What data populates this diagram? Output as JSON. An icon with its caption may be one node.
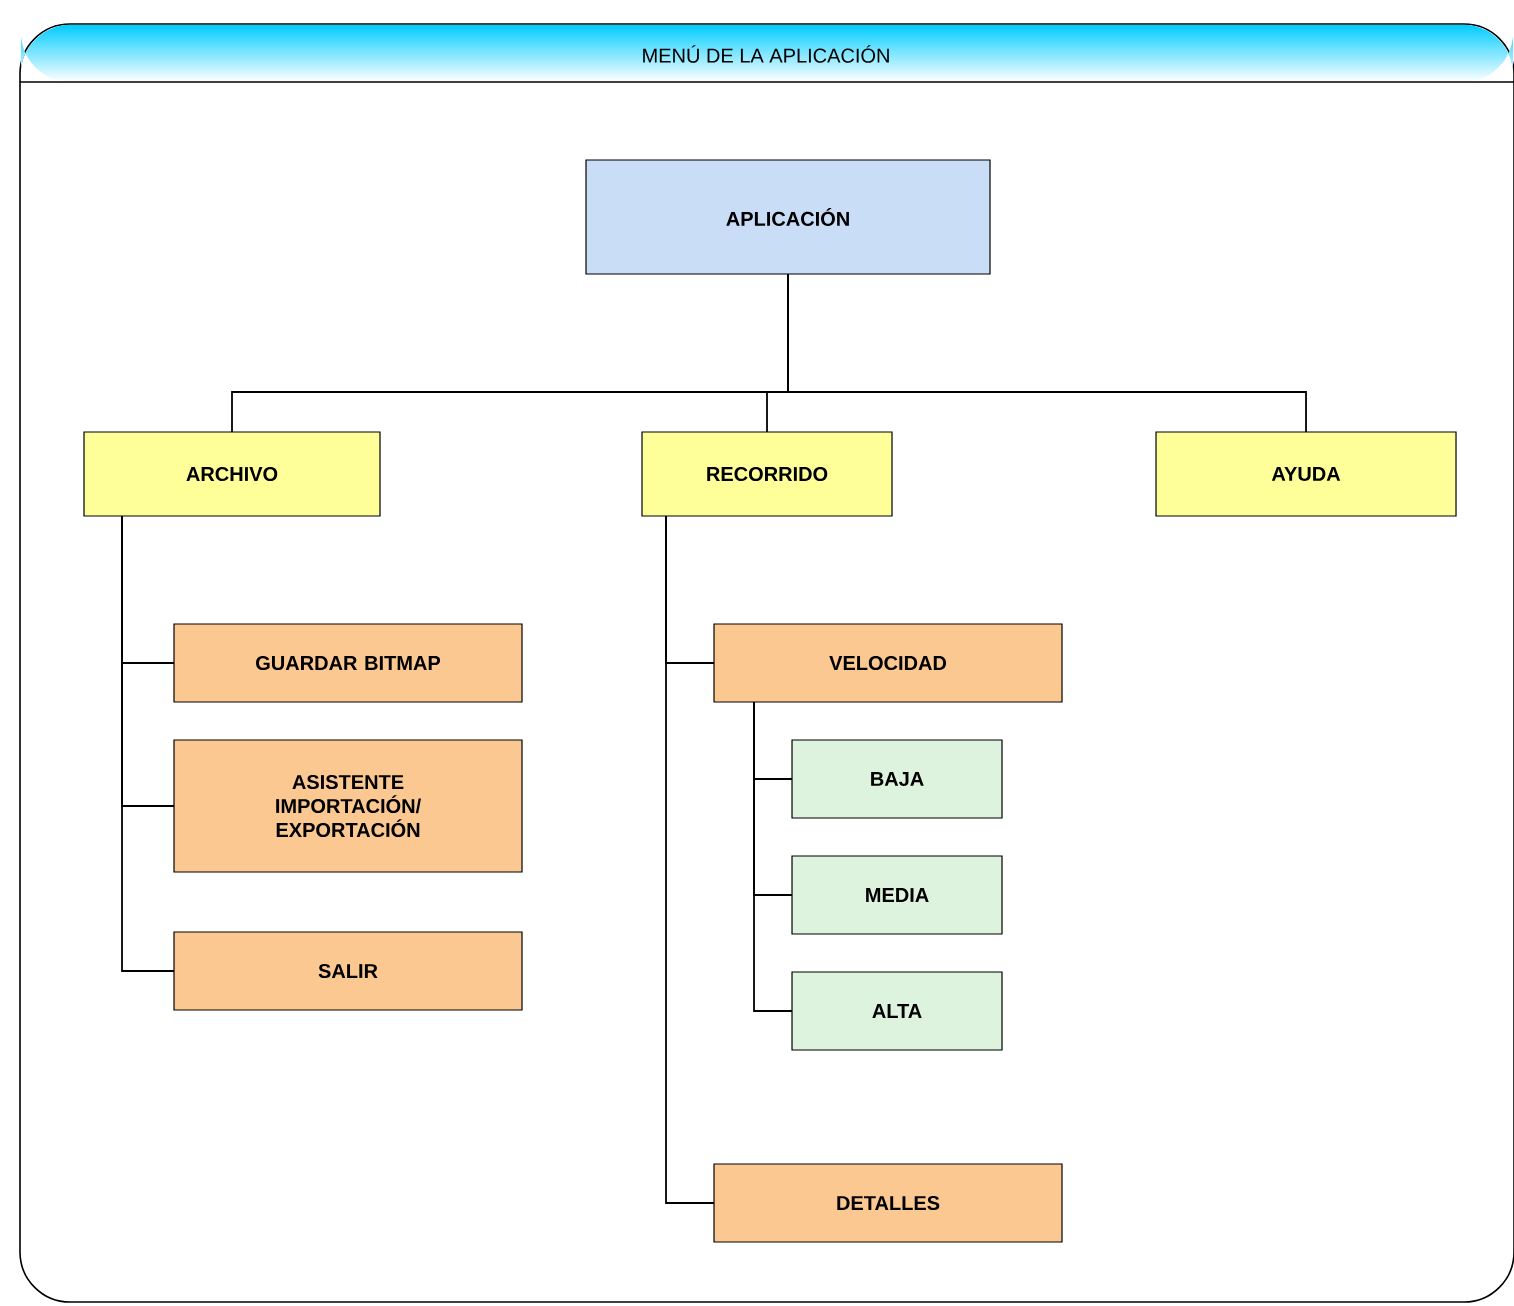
{
  "diagram": {
    "title": "MENÚ DE LA APLICACIÓN",
    "nodes": [
      {
        "text": [
          "APLICACIÓN"
        ]
      },
      {
        "text": [
          "ARCHIVO"
        ]
      },
      {
        "text": [
          "RECORRIDO"
        ]
      },
      {
        "text": [
          "AYUDA"
        ]
      },
      {
        "text": [
          "GUARDAR BITMAP"
        ]
      },
      {
        "text": [
          "ASISTENTE IMPORTACIÓN/ EXPORTACIÓN"
        ]
      },
      {
        "text": [
          "SALIR"
        ]
      },
      {
        "text": [
          "VELOCIDAD"
        ]
      },
      {
        "text": [
          "BAJA"
        ]
      },
      {
        "text": [
          "MEDIA"
        ]
      },
      {
        "text": [
          "ALTA"
        ]
      },
      {
        "text": [
          "DETALLES"
        ]
      }
    ],
    "edges": [
      {
        "from": 0,
        "to": 1,
        "arrow": "none"
      },
      {
        "from": 0,
        "to": 2,
        "arrow": "none"
      },
      {
        "from": 0,
        "to": 3,
        "arrow": "none"
      },
      {
        "from": 1,
        "to": 4,
        "arrow": "none"
      },
      {
        "from": 1,
        "to": 5,
        "arrow": "none"
      },
      {
        "from": 1,
        "to": 6,
        "arrow": "none"
      },
      {
        "from": 2,
        "to": 7,
        "arrow": "none"
      },
      {
        "from": 7,
        "to": 8,
        "arrow": "none"
      },
      {
        "from": 7,
        "to": 9,
        "arrow": "none"
      },
      {
        "from": 7,
        "to": 10,
        "arrow": "none"
      },
      {
        "from": 2,
        "to": 11,
        "arrow": "none"
      }
    ]
  }
}
